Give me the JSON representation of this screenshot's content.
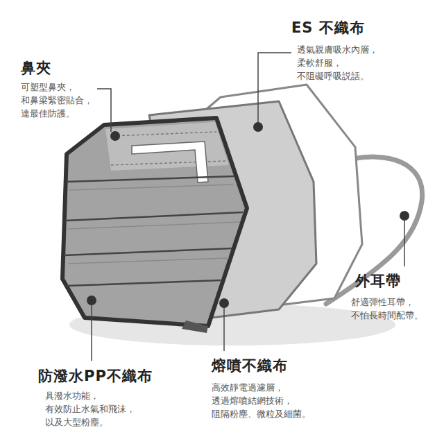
{
  "diagram": {
    "labels": [
      "鼻夾",
      "可塑型鼻夾， 和鼻梁緊密貼合， 達最佳防護。",
      "ES 不織布",
      "透氣親膚吸水內層， 柔軟舒服， 不阻礙呼吸説話。",
      "外耳帶",
      "舒適彈性耳帶， 不怕長時間配帶。",
      "防潑水PP不織布",
      "具潑水功能， 有效防止水氣和飛沫， 以及大型粉塵。",
      "熔噴不織布",
      "高效靜電過濾層， 透過熔噴結網技術， 阻隔粉塵、微粒及細菌。"
    ]
  }
}
